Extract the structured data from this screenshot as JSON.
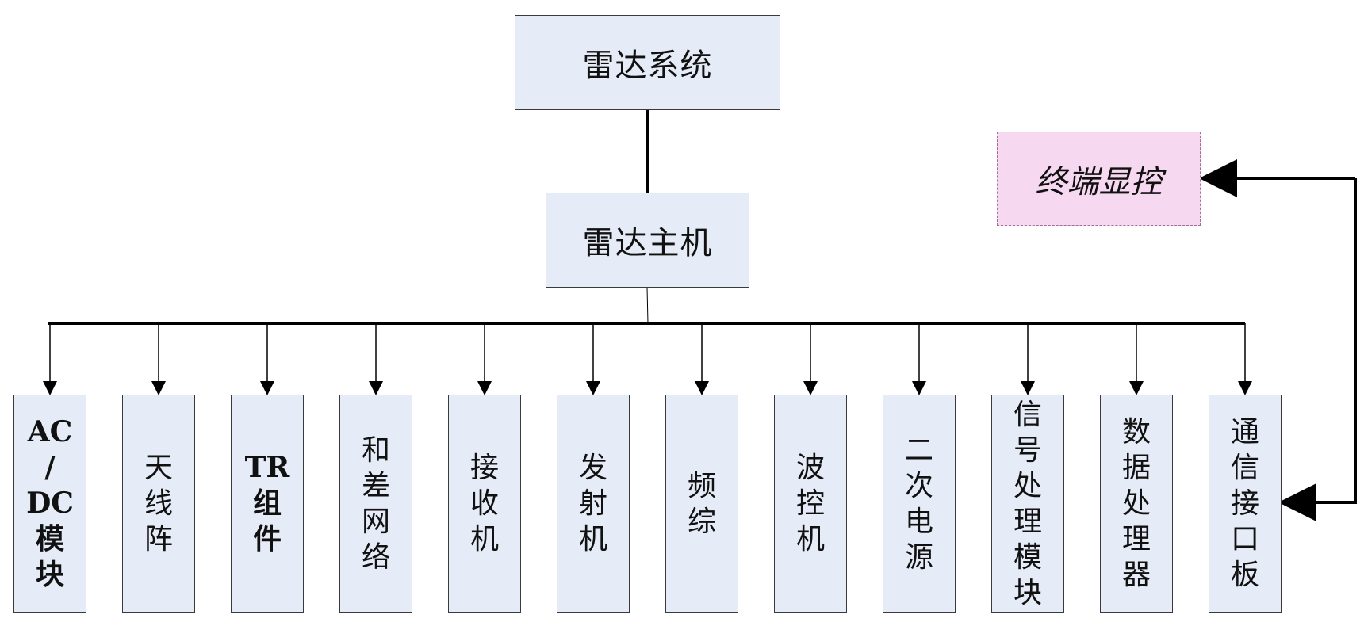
{
  "root": {
    "label": "雷达系统"
  },
  "host": {
    "label": "雷达主机"
  },
  "terminal": {
    "label": "终端显控"
  },
  "modules": [
    {
      "label": "AC\n/\nDC模\n块",
      "bold": true
    },
    {
      "label": "天\n线\n阵"
    },
    {
      "label": "TR\n组\n件",
      "bold": true
    },
    {
      "label": "和\n差\n网\n络"
    },
    {
      "label": "接\n收\n机"
    },
    {
      "label": "发\n射\n机"
    },
    {
      "label": "频\n综"
    },
    {
      "label": "波\n控\n机"
    },
    {
      "label": "二\n次\n电\n源"
    },
    {
      "label": "信\n号\n处\n理\n模\n块"
    },
    {
      "label": "数\n据\n处\n理\n器"
    },
    {
      "label": "通\n信\n接\n口\n板"
    }
  ],
  "colors": {
    "box_fill": "#e6ecf7",
    "terminal_fill": "#f7d8f1",
    "line": "#000000"
  }
}
